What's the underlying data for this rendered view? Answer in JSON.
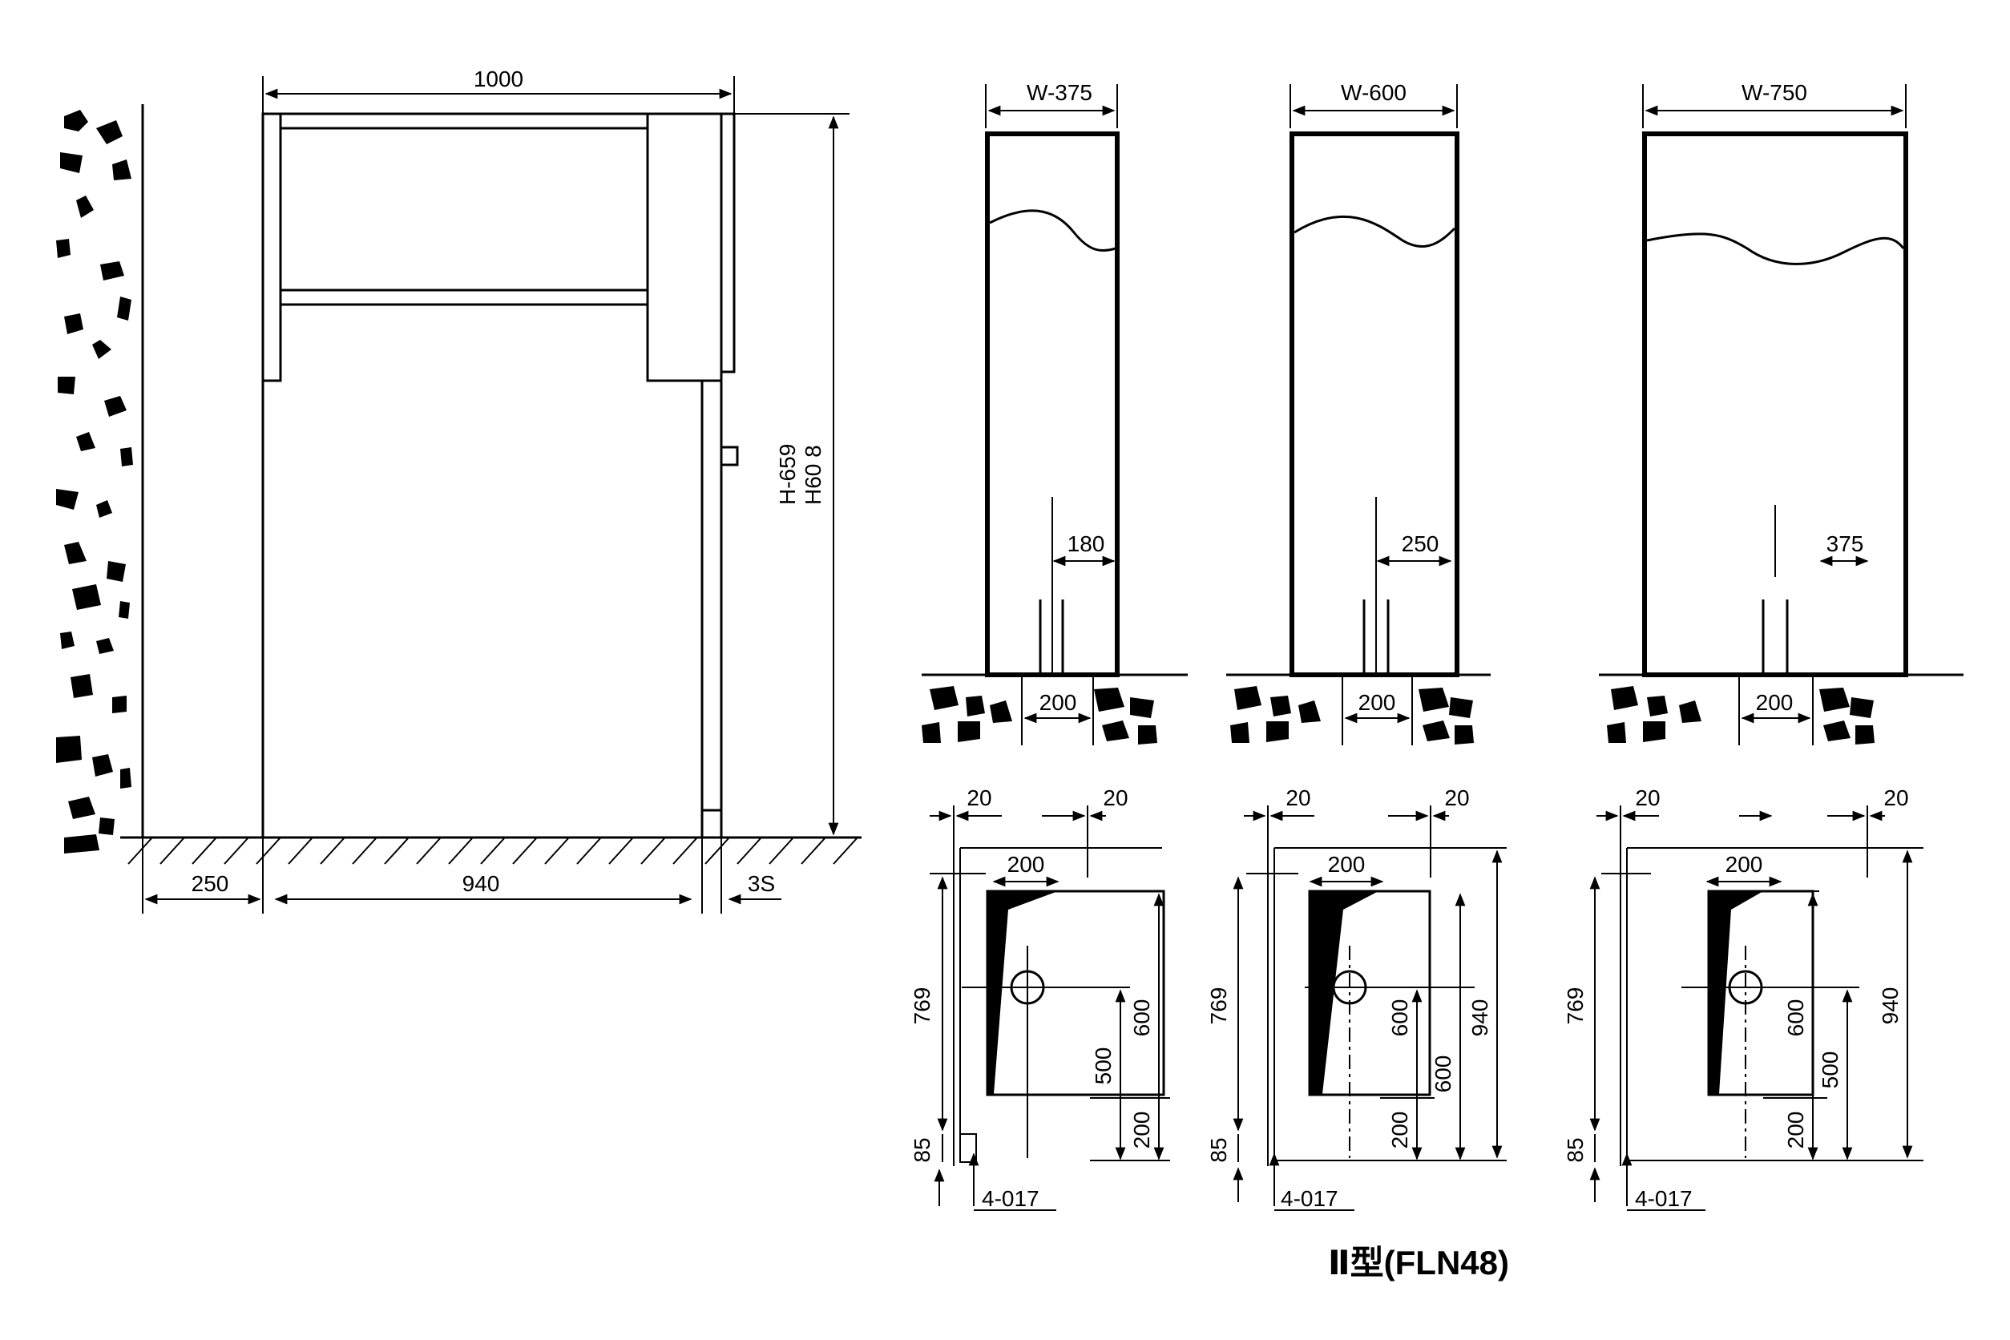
{
  "front_view": {
    "dims": {
      "width_top": "1000",
      "height": "H-659",
      "height_alt": "H60 8",
      "left_gap": "250",
      "base_width": "940",
      "right_gap": "3S"
    }
  },
  "units": [
    {
      "width_label": "W-375",
      "anchor_offset": "180",
      "foundation": "200",
      "plan": {
        "edge_left": "20",
        "edge_right": "20",
        "inner": "200",
        "overall": "769",
        "bottom": "85",
        "h600": "600",
        "h500": "500",
        "h200": "200",
        "h940": "",
        "bolts": "4-017"
      }
    },
    {
      "width_label": "W-600",
      "anchor_offset": "250",
      "foundation": "200",
      "plan": {
        "edge_left": "20",
        "edge_right": "20",
        "inner": "200",
        "overall": "769",
        "bottom": "85",
        "h600": "600",
        "h500": "600",
        "h200": "200",
        "h940": "940",
        "bolts": "4-017"
      }
    },
    {
      "width_label": "W-750",
      "anchor_offset": "375",
      "foundation": "200",
      "plan": {
        "edge_left": "20",
        "edge_right": "20",
        "inner": "200",
        "overall": "769",
        "bottom": "85",
        "h600": "600",
        "h500": "500",
        "h200": "200",
        "h940": "940",
        "bolts": "4-017"
      }
    }
  ],
  "caption": "Ⅱ型(FLN48)"
}
